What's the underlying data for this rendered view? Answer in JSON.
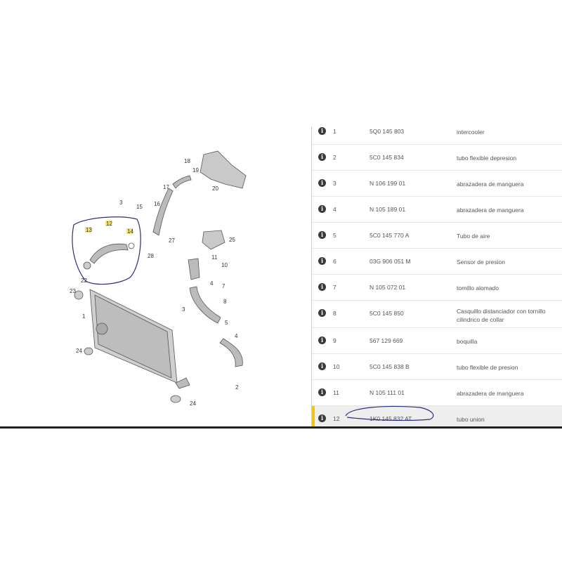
{
  "diagram": {
    "labels": [
      "18",
      "19",
      "20",
      "17",
      "16",
      "15",
      "3",
      "12",
      "13",
      "14",
      "27",
      "28",
      "25",
      "11",
      "10",
      "4",
      "7",
      "8",
      "3",
      "5",
      "4",
      "2",
      "22",
      "23",
      "1",
      "24",
      "24"
    ],
    "highlight_color": "#f3e37a",
    "annotation_color": "#2b2f7a"
  },
  "parts_table": {
    "info_icon": "info-icon",
    "rows": [
      {
        "num": "1",
        "part": "5Q0 145 803",
        "desc": "intercooler"
      },
      {
        "num": "2",
        "part": "5C0 145 834",
        "desc": "tubo flexible depresion"
      },
      {
        "num": "3",
        "part": "N  106 199 01",
        "desc": "abrazadera de manguera"
      },
      {
        "num": "4",
        "part": "N  105 189 01",
        "desc": "abrazadera de manguera"
      },
      {
        "num": "5",
        "part": "5C0 145 770 A",
        "desc": "Tubo de aire"
      },
      {
        "num": "6",
        "part": "03G 906 051 M",
        "desc": "Sensor de presion"
      },
      {
        "num": "7",
        "part": "N  105 072 01",
        "desc": "tornillo alomado"
      },
      {
        "num": "8",
        "part": "5C0 145 850",
        "desc": "Casquillo distanciador con tornillo cilindrico de collar"
      },
      {
        "num": "9",
        "part": "567 129 669",
        "desc": "boquilla"
      },
      {
        "num": "10",
        "part": "5C0 145 838 B",
        "desc": "tubo flexible de presion"
      },
      {
        "num": "11",
        "part": "N  105 111 01",
        "desc": "abrazadera de manguera"
      },
      {
        "num": "12",
        "part": "1K0 145 832 AT",
        "desc": "tubo union",
        "selected": true
      }
    ],
    "selected_color": "#f0c419"
  }
}
